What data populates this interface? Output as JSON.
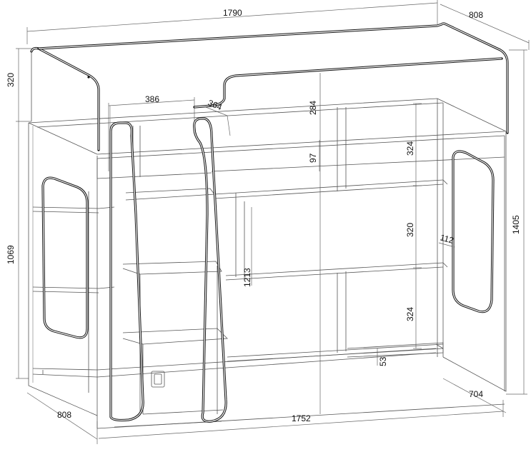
{
  "dimensions": {
    "top_width": "1790",
    "top_depth": "808",
    "guard_height": "320",
    "ladder_offset": "386",
    "ladder_step_width": "364",
    "guard_inner_height": "284",
    "shelf_height_upper": "324",
    "top_board_gap": "97",
    "shelf_height_middle": "320",
    "side_depth": "112",
    "total_height": "1405",
    "left_height": "1069",
    "ladder_height": "1213",
    "shelf_height_lower": "324",
    "plinth_height": "53",
    "base_depth_right": "704",
    "base_depth_left": "808",
    "base_width": "1752"
  }
}
